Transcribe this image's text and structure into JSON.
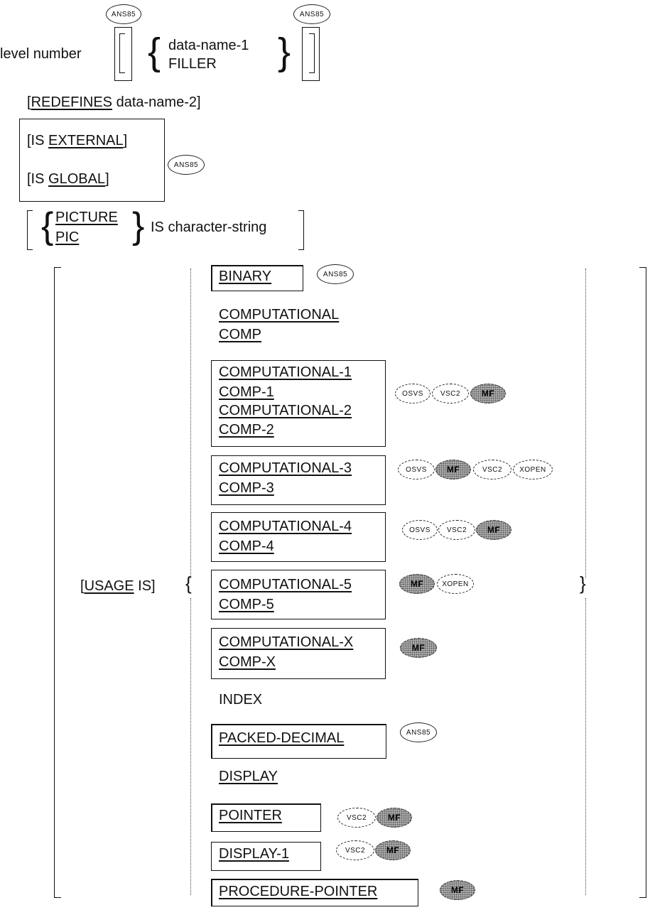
{
  "header": {
    "level_number": "level number",
    "data_name_1": "data-name-1",
    "filler": "FILLER"
  },
  "redefines": {
    "open": "[",
    "keyword": "REDEFINES",
    "operand": " data-name-2]"
  },
  "external": {
    "prefix": "[IS ",
    "keyword": "EXTERNAL",
    "suffix": "]"
  },
  "global": {
    "prefix": "[IS ",
    "keyword": "GLOBAL",
    "suffix": "]"
  },
  "picture": {
    "keyword_long": "PICTURE",
    "keyword_short": "PIC",
    "operand": "IS character-string"
  },
  "usage": {
    "open": "[",
    "keyword": "USAGE",
    "is": " IS",
    "close": "]"
  },
  "usage_options": {
    "binary": "BINARY",
    "computational": "COMPUTATIONAL",
    "comp": "COMP",
    "computational_1": "COMPUTATIONAL-1",
    "comp_1": "COMP-1",
    "computational_2": "COMPUTATIONAL-2",
    "comp_2": "COMP-2",
    "computational_3": "COMPUTATIONAL-3",
    "comp_3": "COMP-3",
    "computational_4": "COMPUTATIONAL-4",
    "comp_4": "COMP-4",
    "computational_5": "COMPUTATIONAL-5",
    "comp_5": "COMP-5",
    "computational_x": "COMPUTATIONAL-X",
    "comp_x": "COMP-X",
    "index": "INDEX",
    "packed_decimal": "PACKED-DECIMAL",
    "display": "DISPLAY",
    "pointer": "POINTER",
    "display_1": "DISPLAY-1",
    "procedure_pointer": "PROCEDURE-POINTER"
  },
  "badges": {
    "ans85": "ANS85",
    "osvs": "OSVS",
    "vsc2": "VSC2",
    "mf": "MF",
    "xopen": "XOPEN"
  }
}
